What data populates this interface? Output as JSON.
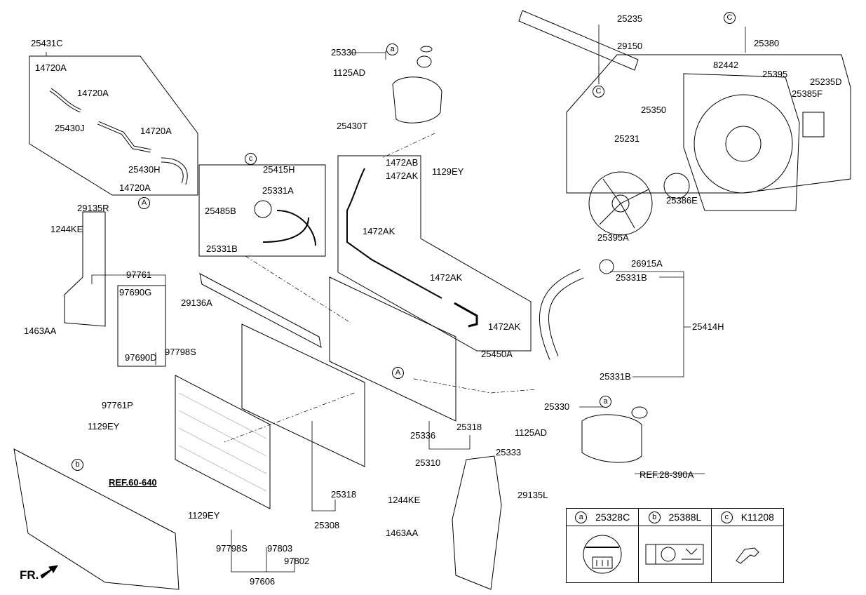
{
  "labels": [
    "25431C",
    "14720A",
    "14720A",
    "25430J",
    "14720A",
    "25430H",
    "14720A",
    "A",
    "29135R",
    "1244KE",
    "1463AA",
    "97761",
    "97690G",
    "97690D",
    "29136A",
    "97798S",
    "97761P",
    "1129EY",
    "b",
    "REF.60-640",
    "1129EY",
    "FR.",
    "97798S",
    "97803",
    "97802",
    "97606",
    "25308",
    "25318",
    "c",
    "25415H",
    "25331A",
    "25485B",
    "25331B",
    "25330",
    "1125AD",
    "25430T",
    "1472AB",
    "1472AK",
    "1472AK",
    "1129EY",
    "1472AK",
    "1472AK",
    "25450A",
    "A",
    "25235",
    "29150",
    "C",
    "C",
    "25380",
    "82442",
    "25395",
    "25235D",
    "25385F",
    "25350",
    "25231",
    "25386E",
    "25395A",
    "26915A",
    "25331B",
    "25414H",
    "25331B",
    "25330",
    "1125AD",
    "25333",
    "25318",
    "25336",
    "25310",
    "1244KE",
    "1463AA",
    "29135L",
    "REF.28-390A",
    "a",
    "a"
  ],
  "legend": [
    {
      "letter": "a",
      "part": "25328C",
      "icon": "hot-coolant-warning-label"
    },
    {
      "letter": "b",
      "part": "25388L",
      "icon": "fan-warning-label"
    },
    {
      "letter": "c",
      "part": "K11208",
      "icon": "clip"
    }
  ]
}
